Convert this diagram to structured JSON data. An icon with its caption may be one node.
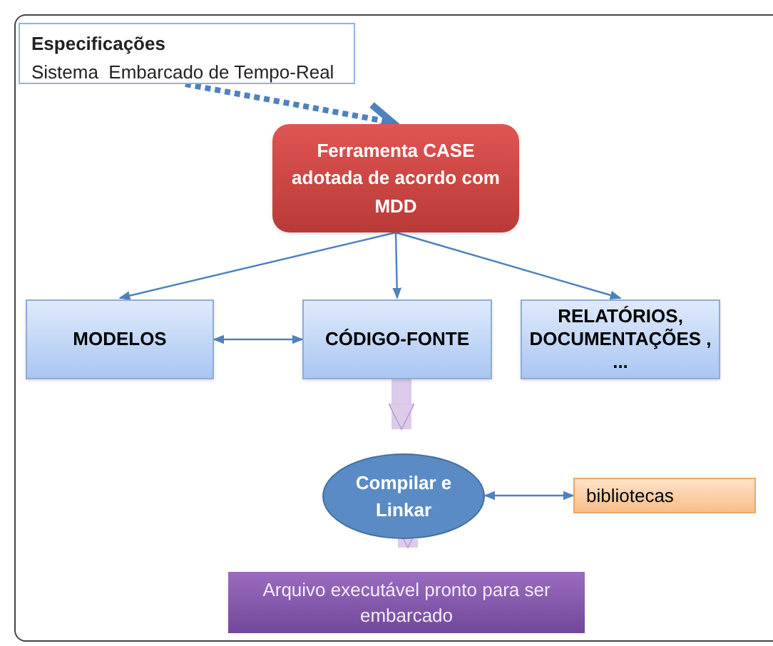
{
  "diagram": {
    "nodes": [
      {
        "text": [
          "Especificações",
          "Sistema  Embarcado de Tempo-Real"
        ]
      },
      {
        "text": [
          "Ferramenta CASE adotada de acordo com MDD"
        ]
      },
      {
        "text": [
          "MODELOS"
        ]
      },
      {
        "text": [
          "CÓDIGO-FONTE"
        ]
      },
      {
        "text": [
          "RELATÓRIOS, DOCUMENTAÇÕES , ..."
        ]
      },
      {
        "text": [
          "Compilar e Linkar"
        ]
      },
      {
        "text": [
          "bibliotecas"
        ]
      },
      {
        "text": [
          "Arquivo executável pronto para ser embarcado"
        ]
      }
    ],
    "edges": [
      {
        "from": 0,
        "to": 1,
        "arrow": "to",
        "style": "dashed"
      },
      {
        "from": 1,
        "to": 2,
        "arrow": "to"
      },
      {
        "from": 1,
        "to": 3,
        "arrow": "to"
      },
      {
        "from": 1,
        "to": 4,
        "arrow": "to"
      },
      {
        "from": 2,
        "to": 3,
        "arrow": "both"
      },
      {
        "from": 3,
        "to": 5,
        "arrow": "to",
        "style": "thick",
        "color": "#dccbea"
      },
      {
        "from": 5,
        "to": 6,
        "arrow": "both"
      },
      {
        "from": 5,
        "to": 7,
        "arrow": "to",
        "style": "thick",
        "color": "#dccbea"
      }
    ]
  }
}
